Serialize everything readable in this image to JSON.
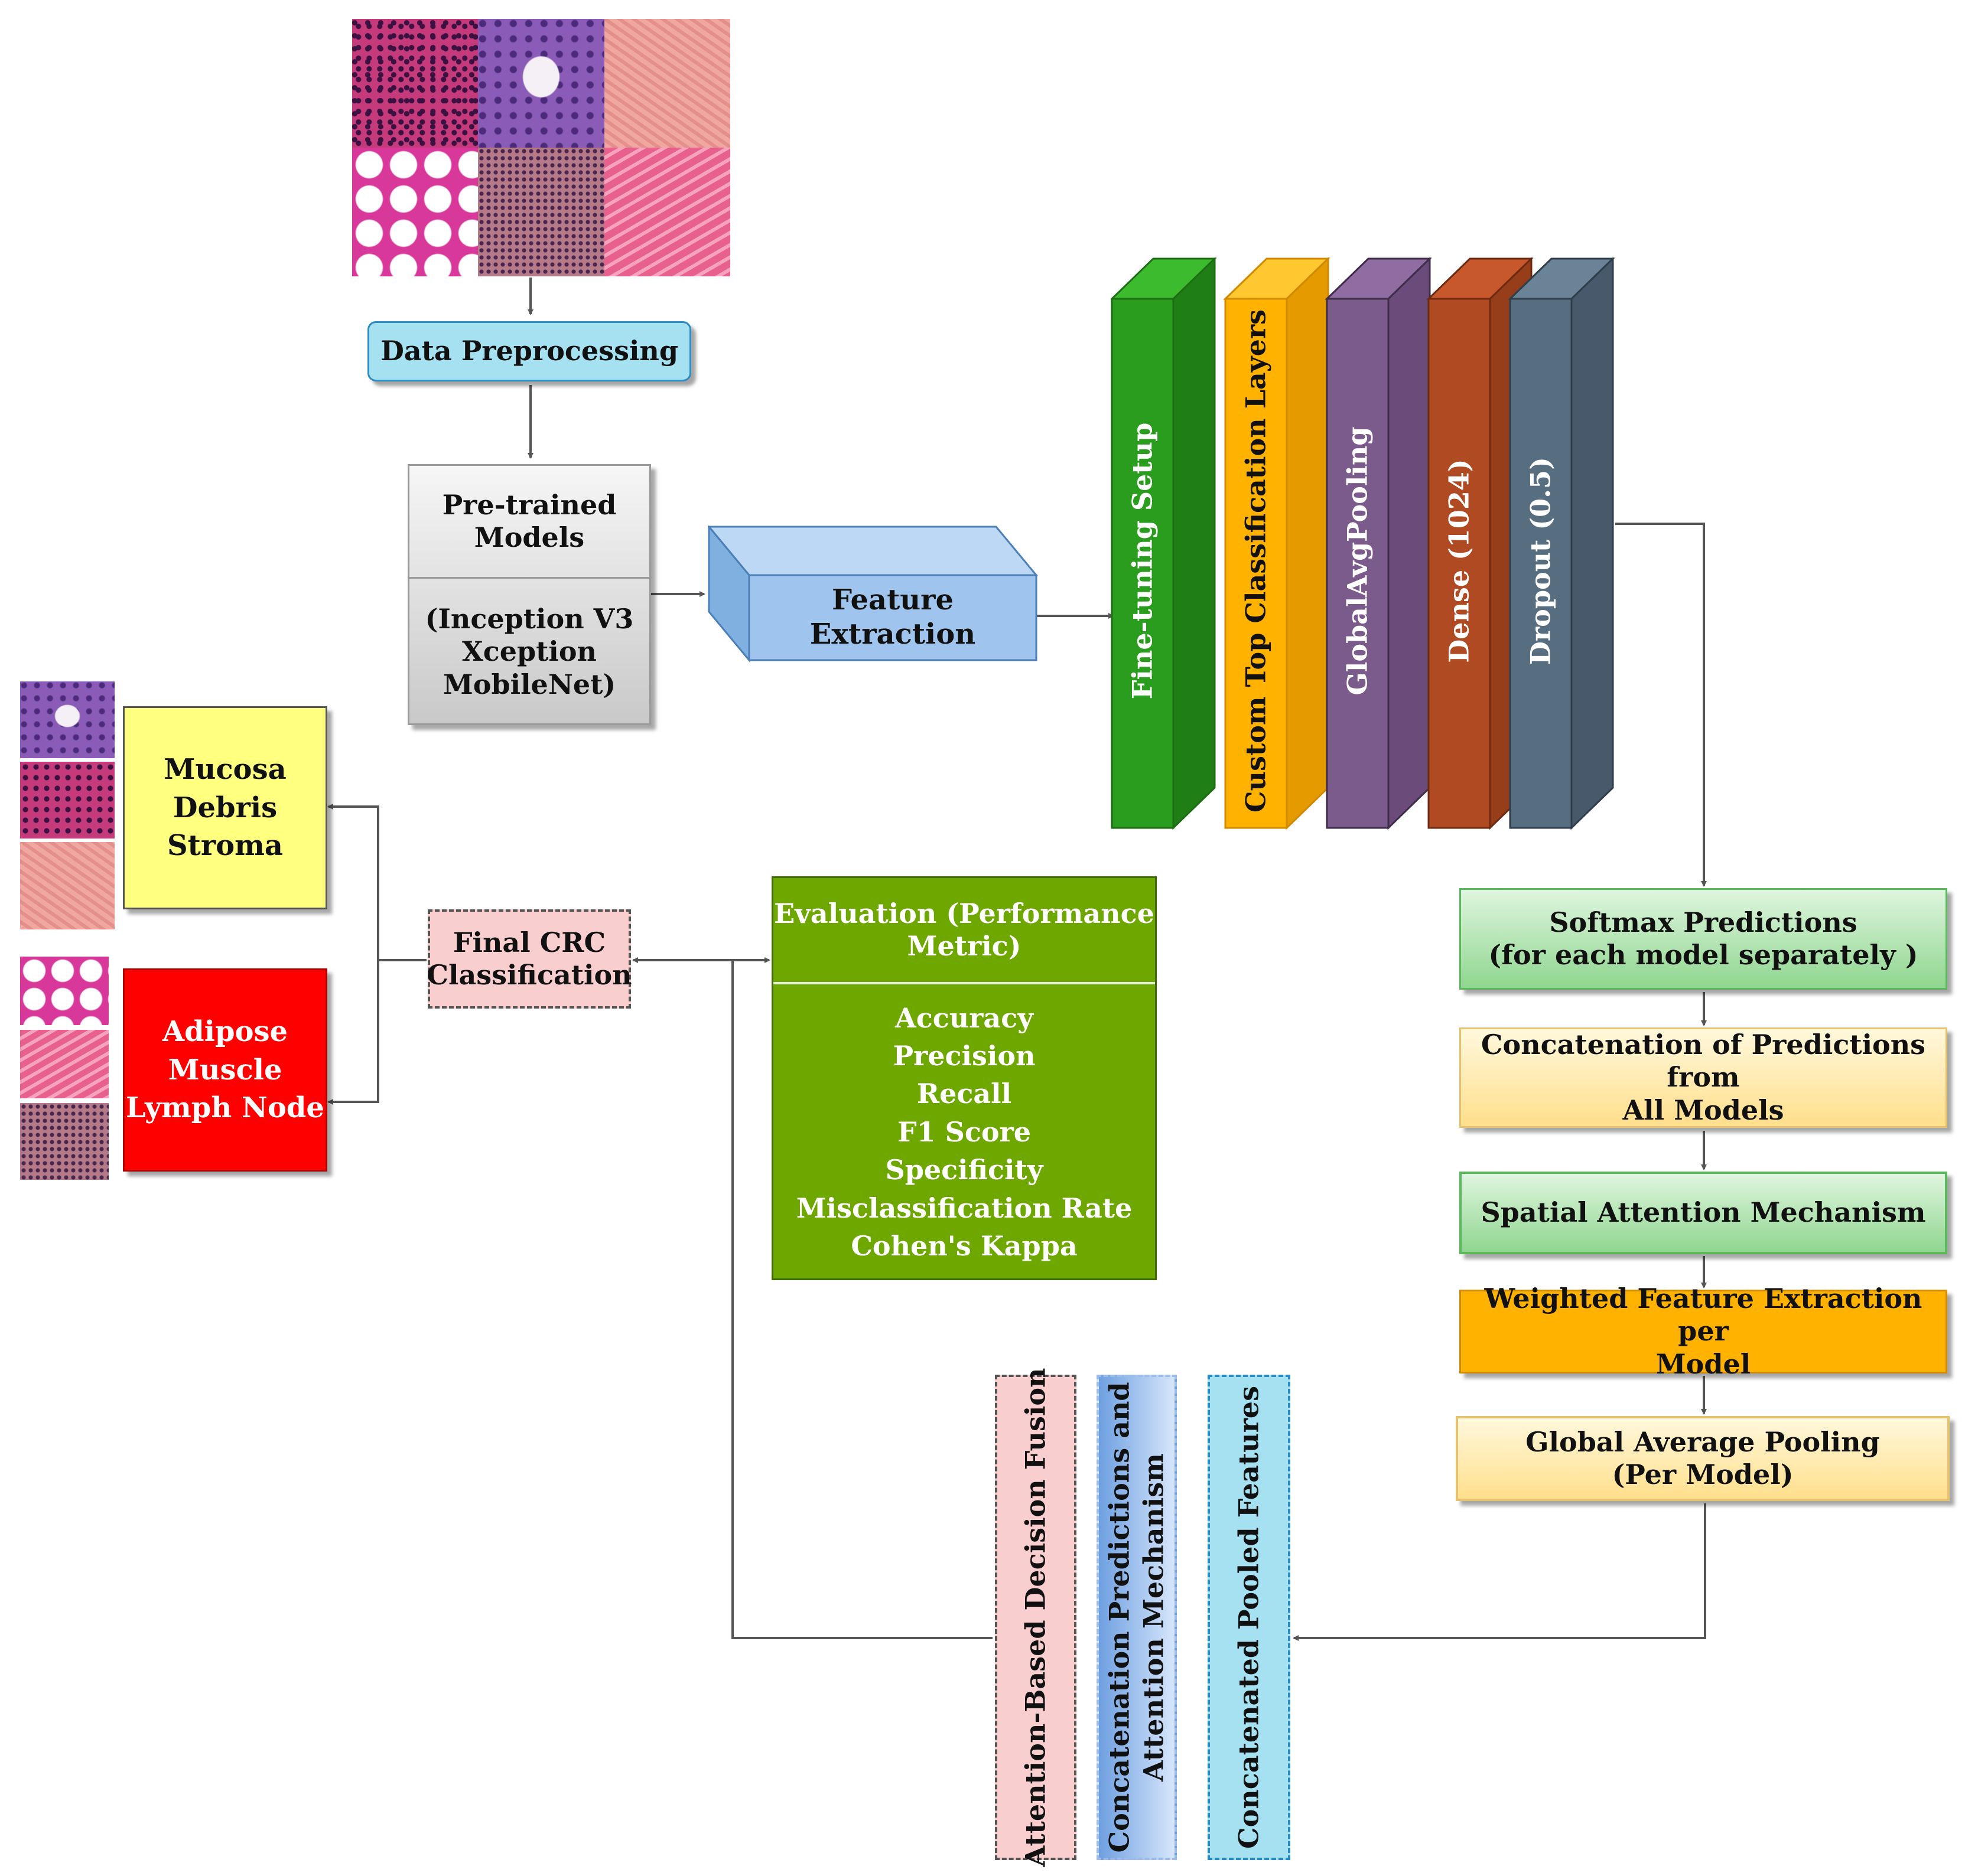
{
  "diagram": {
    "input": {
      "label": "",
      "tissue_images": [
        "debris-tile",
        "mucosa-tile",
        "stroma-tile",
        "adipose-tile",
        "lymph-node-tile",
        "muscle-tile"
      ]
    },
    "data_preprocessing": "Data Preprocessing",
    "pretrained": {
      "title_line1": "Pre-trained",
      "title_line2": "Models",
      "model_1": "(Inception V3",
      "model_2": "Xception",
      "model_3": "MobileNet)"
    },
    "feature_extraction": "Feature Extraction",
    "layers": [
      {
        "label": "Fine-tuning Setup",
        "color": "#2a9c1e"
      },
      {
        "label": "Custom Top Classification Layers",
        "color": "#ffb300"
      },
      {
        "label": "GlobalAvgPooling",
        "color": "#7b5a8c"
      },
      {
        "label": "Dense (1024)",
        "color": "#b04a22"
      },
      {
        "label": "Dropout (0.5)",
        "color": "#566e80"
      }
    ],
    "right_column": {
      "softmax_line1": "Softmax Predictions",
      "softmax_line2": "(for each model separately )",
      "concat_line1": "Concatenation of Predictions from",
      "concat_line2": "All Models",
      "spatial": "Spatial Attention Mechanism",
      "weighted_line1": "Weighted Feature Extraction per",
      "weighted_line2": "Model",
      "gap_line1": "Global Average Pooling",
      "gap_line2": "(Per Model)"
    },
    "vertical_blocks": {
      "concat_pooled": "Concatenated Pooled Features",
      "concat_pred_line1": "Concatenation Predictions and",
      "concat_pred_line2": "Attention Mechanism",
      "attention_fusion": "Attention-Based Decision Fusion"
    },
    "evaluation": {
      "title_line1": "Evaluation (Performance",
      "title_line2": "Metric)",
      "metrics": [
        "Accuracy",
        "Precision",
        "Recall",
        "F1 Score",
        "Specificity",
        "Misclassification Rate",
        "Cohen's Kappa"
      ]
    },
    "final": {
      "line1": "Final CRC",
      "line2": "Classification"
    },
    "classes_group_1": [
      "Mucosa",
      "Debris",
      "Stroma"
    ],
    "classes_group_2": [
      "Adipose",
      "Muscle",
      "Lymph Node"
    ],
    "colors": {
      "arrow": "#555555",
      "preprocessing_fill": "#a6e1f2",
      "preprocessing_border": "#2b8cc4",
      "feature_fill": "#9fc5ee",
      "softmax_fill": "#bde9bf",
      "softmax_border": "#5cb85c",
      "concat_fill": "#ffe8a8",
      "weighted_fill": "#ffb300",
      "eval_fill": "#6ea700",
      "final_fill": "#f8cece",
      "class1_fill": "#ffff80",
      "class2_fill": "#ff0000",
      "attention_fill": "#f8cece",
      "concat_pred_fill": "#a8c8f0",
      "pooled_fill": "#a6e1f2"
    }
  }
}
